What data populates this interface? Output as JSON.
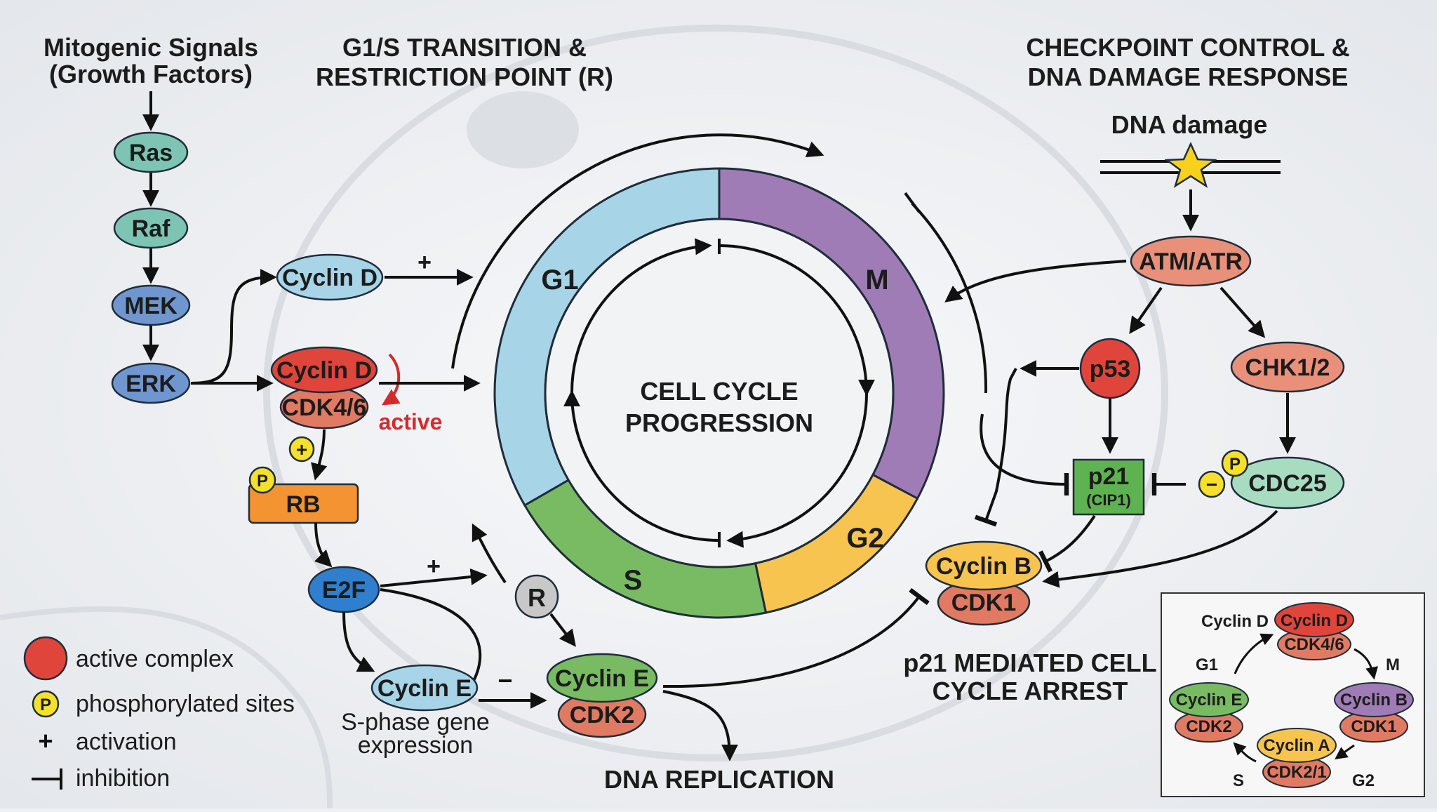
{
  "headers": {
    "mitogenic_line1": "Mitogenic Signals",
    "mitogenic_line2": "(Growth Factors)",
    "g1s_line1": "G1/S TRANSITION &",
    "g1s_line2": "RESTRICTION POINT (R)",
    "checkpoint_line1": "CHECKPOINT CONTROL &",
    "checkpoint_line2": "DNA DAMAGE RESPONSE",
    "dna_damage": "DNA damage"
  },
  "pathway": {
    "ras": "Ras",
    "raf": "Raf",
    "mek": "MEK",
    "erk": "ERK",
    "cyclin_d": "Cyclin D",
    "cyclin_d_complex": "Cyclin D",
    "cdk46": "CDK4/6",
    "active": "active",
    "rb": "RB",
    "e2f": "E2F",
    "cyclin_e": "Cyclin E",
    "s_phase_line1": "S-phase gene",
    "s_phase_line2": "expression",
    "cyclin_e_complex": "Cyclin E",
    "cdk2": "CDK2",
    "r_point": "R",
    "dna_replication": "DNA REPLICATION",
    "plus": "+",
    "minus": "−",
    "p": "P"
  },
  "cycle": {
    "center_line1": "CELL CYCLE",
    "center_line2": "PROGRESSION",
    "phases": [
      "G1",
      "M",
      "G2",
      "S"
    ]
  },
  "checkpoint": {
    "atm_atr": "ATM/ATR",
    "p53": "p53",
    "chk12": "CHK1/2",
    "p21": "p21",
    "cip1": "(CIP1)",
    "cdc25": "CDC25",
    "cyclin_b": "Cyclin B",
    "cdk1": "CDK1",
    "arrest_line1": "p21 MEDIATED CELL",
    "arrest_line2": "CYCLE ARREST"
  },
  "legend": {
    "active_complex": "active complex",
    "phosphorylated": "phosphorylated sites",
    "activation": "activation",
    "inhibition": "inhibition"
  },
  "inset": {
    "cyclin_d_label": "Cyclin D",
    "cyclin_d": "Cyclin D",
    "cdk46": "CDK4/6",
    "g1": "G1",
    "m": "M",
    "cyclin_e": "Cyclin E",
    "cdk2": "CDK2",
    "cyclin_b": "Cyclin B",
    "cdk1": "CDK1",
    "cyclin_a": "Cyclin A",
    "cdk21": "CDK2/1",
    "s": "S",
    "g2": "G2"
  },
  "colors": {
    "g1": "#a8d4e8",
    "m": "#a07cb6",
    "g2": "#f8c450",
    "s": "#78bb62",
    "active_red": "#e0453b",
    "cdk_red": "#e07a62",
    "rb_orange": "#f39331",
    "blue_node": "#6f96cf",
    "teal_node": "#7ec4b5",
    "phospho_yellow": "#f6e02a",
    "p21_green": "#5eb24f"
  }
}
